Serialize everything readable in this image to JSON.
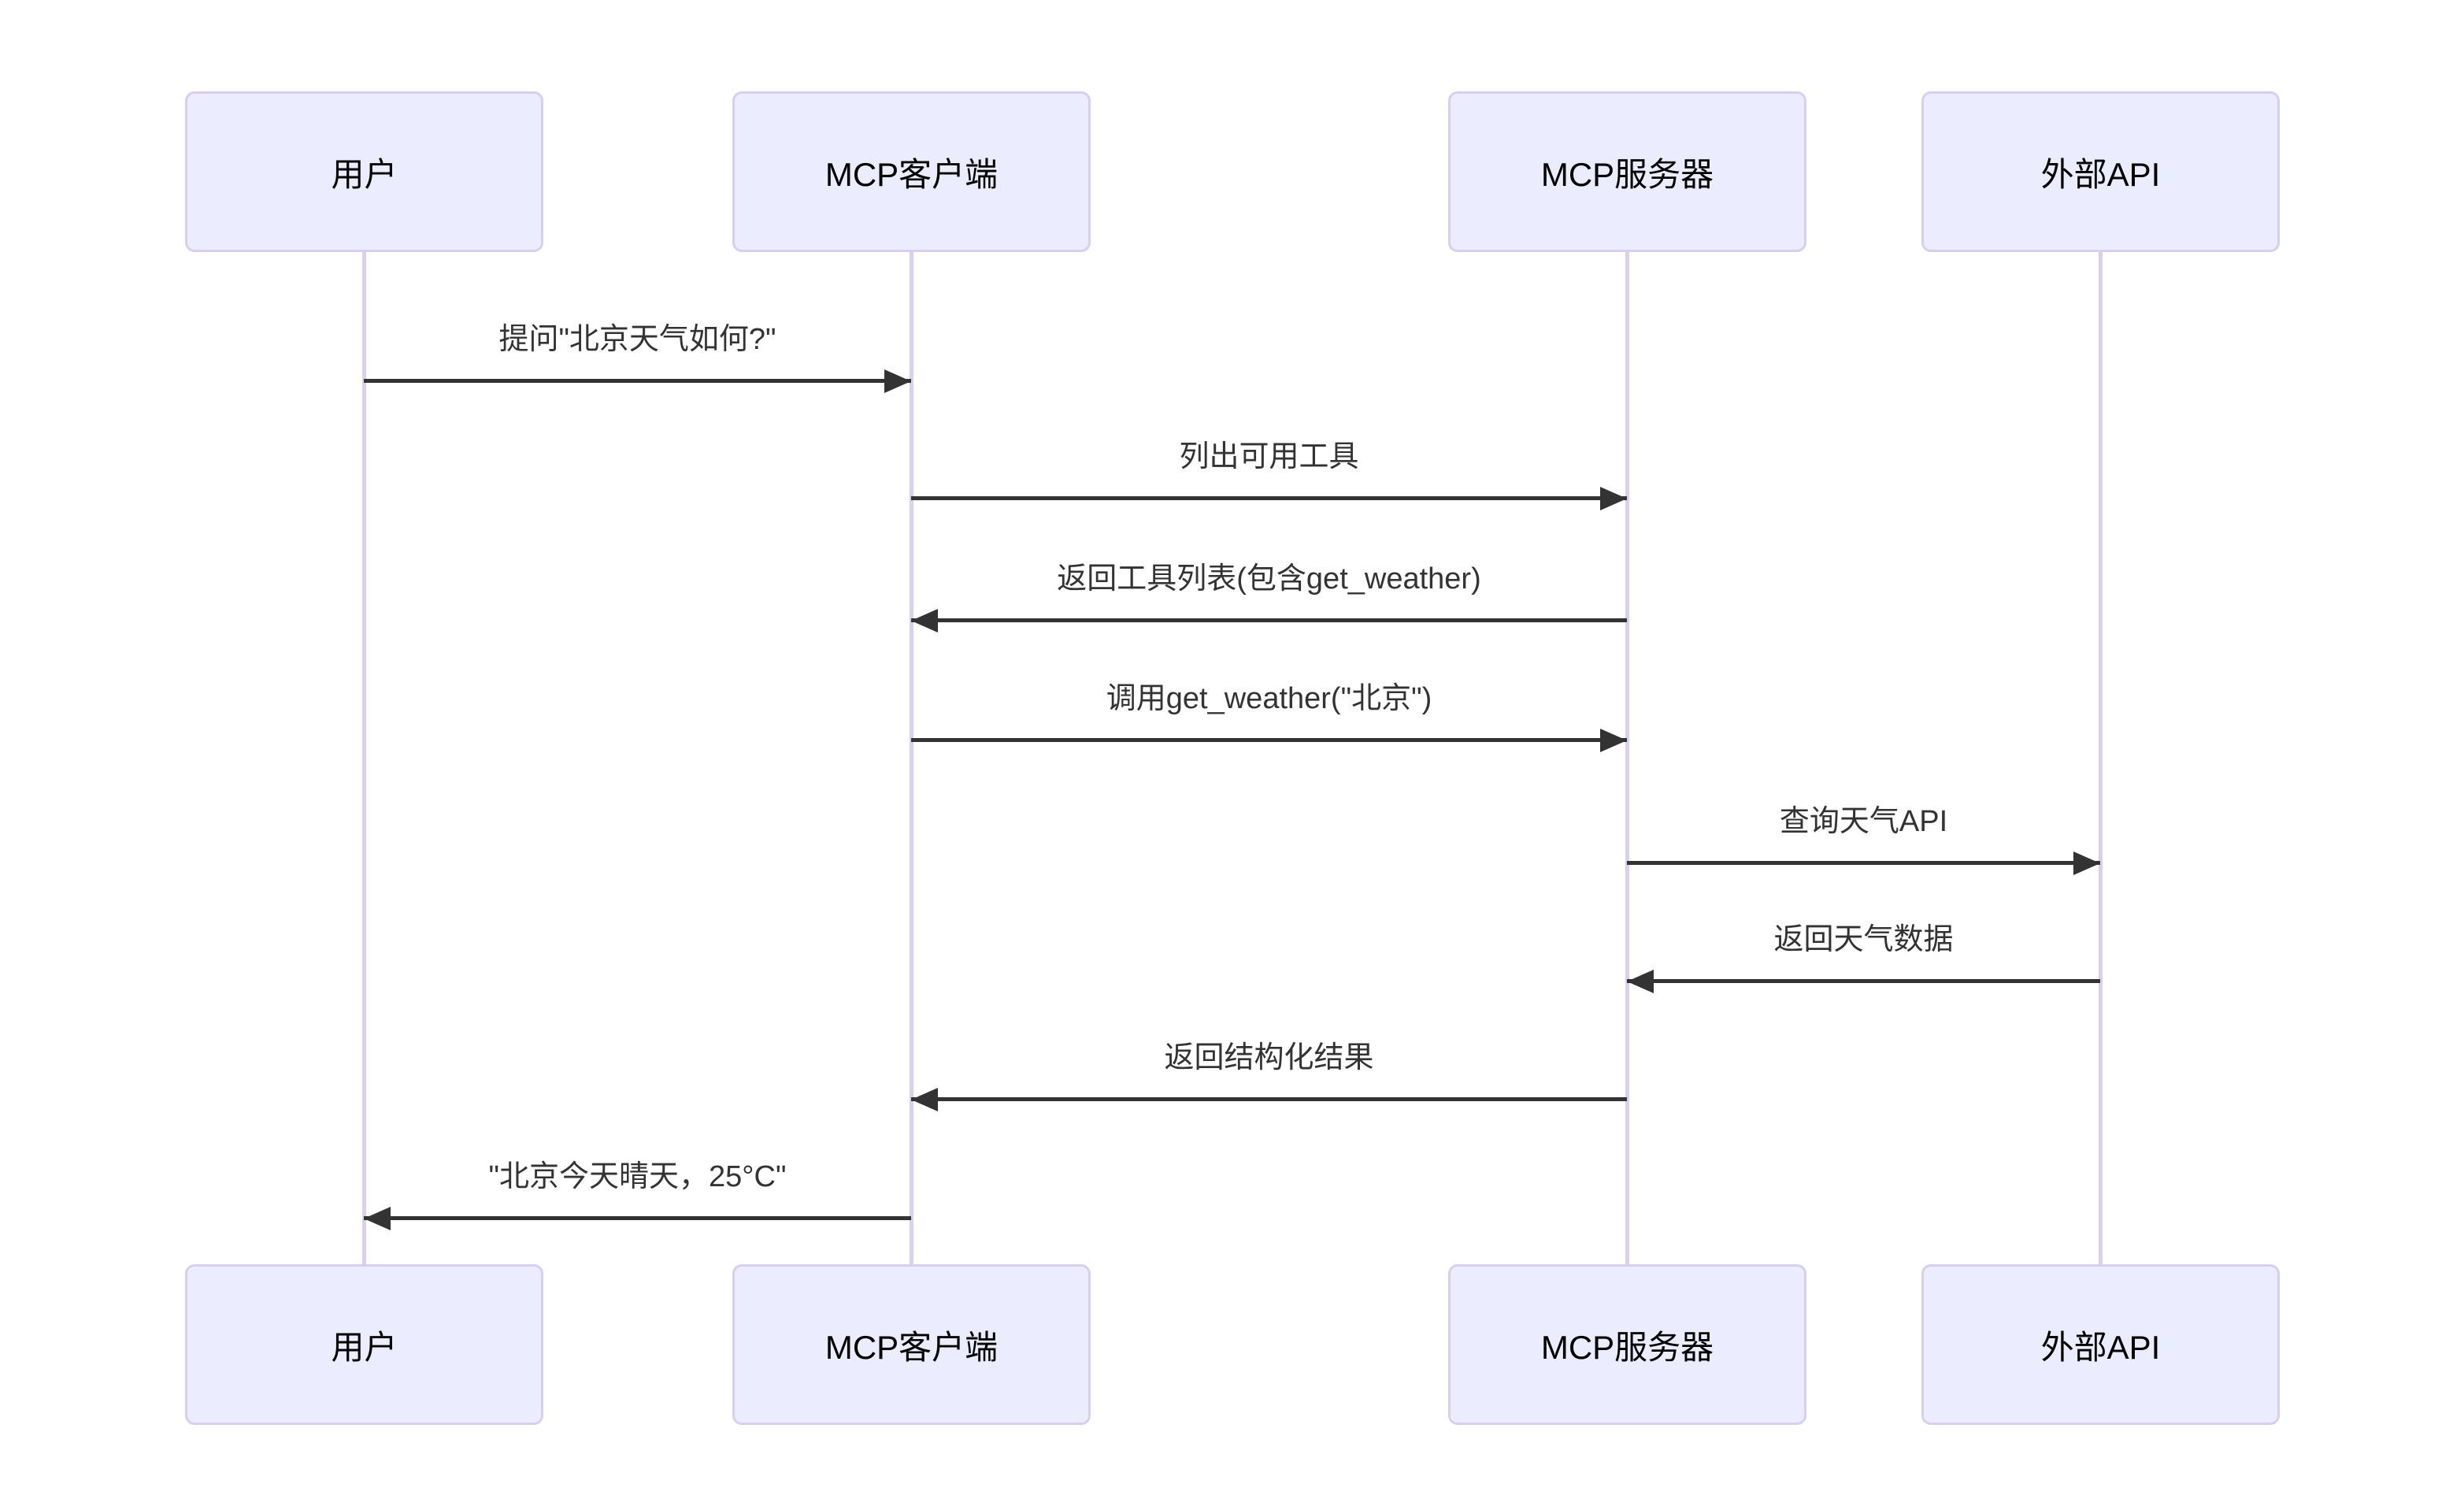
{
  "diagram": {
    "type": "sequence-diagram",
    "colors": {
      "background": "#ffffff",
      "actor_fill": "#ECECFF",
      "actor_border": "#D9CEF0",
      "actor_text": "#000000",
      "lifeline": "#D9CFEF",
      "arrow": "#333333",
      "message_text": "#333333"
    },
    "actors": [
      {
        "id": "user",
        "label": "用户"
      },
      {
        "id": "mcp-client",
        "label": "MCP客户端"
      },
      {
        "id": "mcp-server",
        "label": "MCP服务器"
      },
      {
        "id": "external-api",
        "label": "外部API"
      }
    ],
    "messages": [
      {
        "from": "用户",
        "to": "MCP客户端",
        "direction": "right",
        "label": "提问\"北京天气如何?\""
      },
      {
        "from": "MCP客户端",
        "to": "MCP服务器",
        "direction": "right",
        "label": "列出可用工具"
      },
      {
        "from": "MCP服务器",
        "to": "MCP客户端",
        "direction": "left",
        "label": "返回工具列表(包含get_weather)"
      },
      {
        "from": "MCP客户端",
        "to": "MCP服务器",
        "direction": "right",
        "label": "调用get_weather(\"北京\")"
      },
      {
        "from": "MCP服务器",
        "to": "外部API",
        "direction": "right",
        "label": "查询天气API"
      },
      {
        "from": "外部API",
        "to": "MCP服务器",
        "direction": "left",
        "label": "返回天气数据"
      },
      {
        "from": "MCP服务器",
        "to": "MCP客户端",
        "direction": "left",
        "label": "返回结构化结果"
      },
      {
        "from": "MCP客户端",
        "to": "用户",
        "direction": "left",
        "label": "\"北京今天晴天，25°C\""
      }
    ]
  }
}
